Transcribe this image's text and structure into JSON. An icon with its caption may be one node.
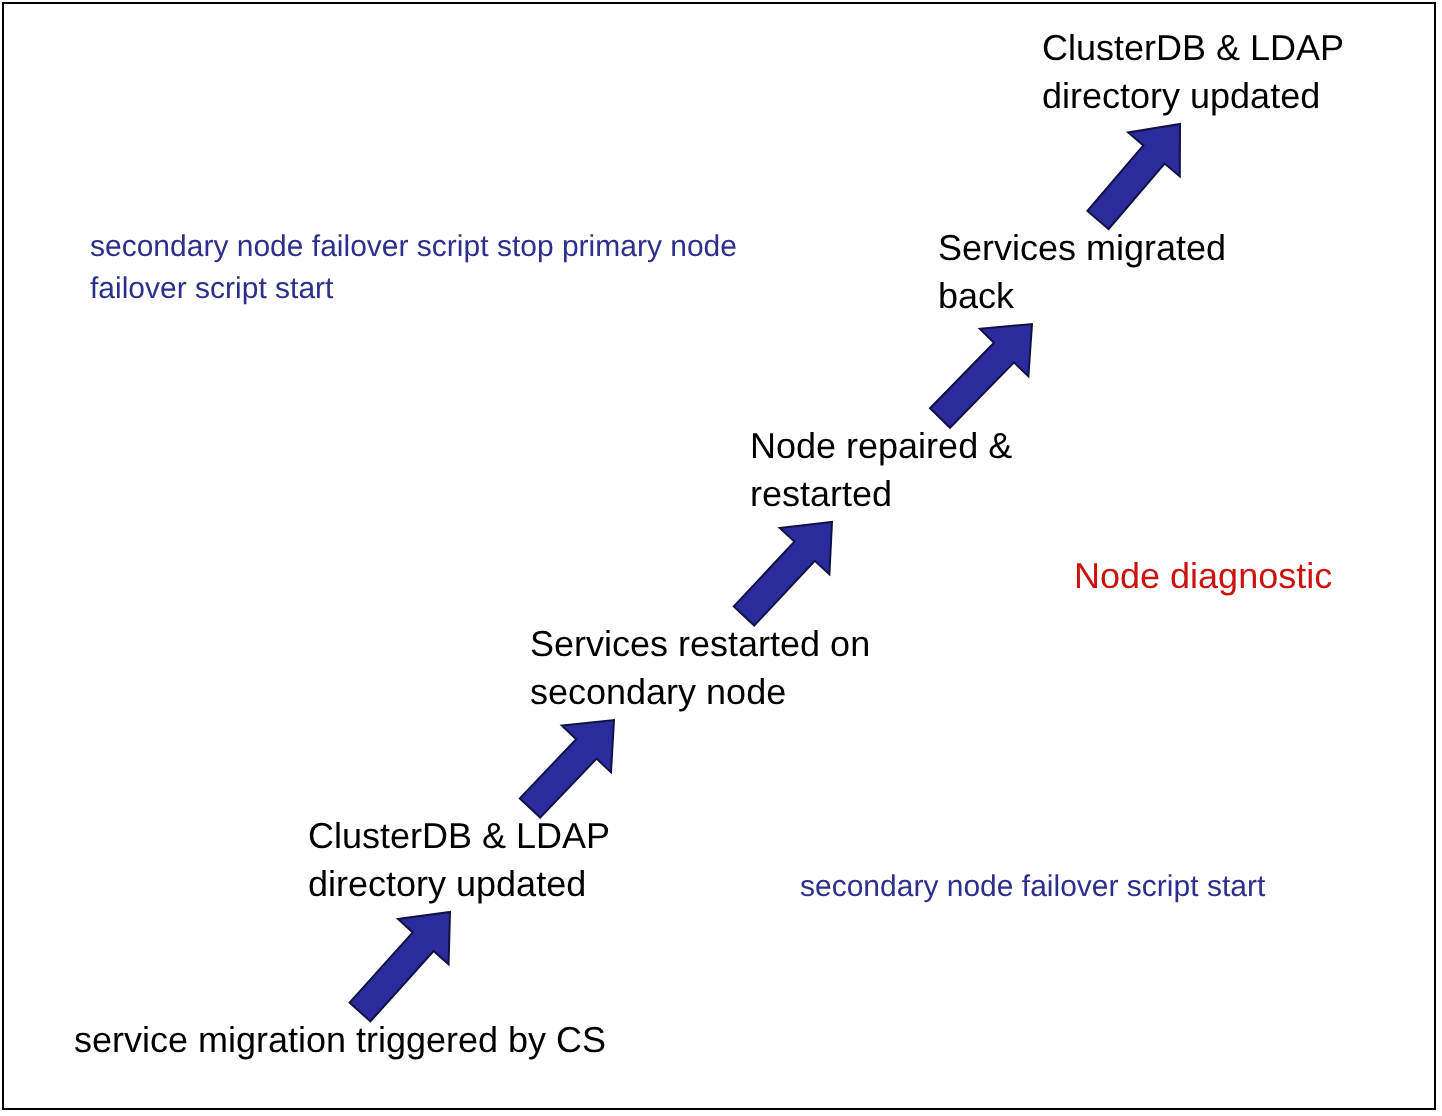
{
  "diagram": {
    "nodes": [
      {
        "text": [
          "service migration triggered by CS"
        ]
      },
      {
        "text": [
          "ClusterDB & LDAP directory updated"
        ]
      },
      {
        "text": [
          "Services restarted on secondary node"
        ]
      },
      {
        "text": [
          "Node repaired & restarted"
        ]
      },
      {
        "text": [
          "Services migrated back"
        ]
      },
      {
        "text": [
          "ClusterDB & LDAP directory updated"
        ]
      }
    ],
    "edges": [
      {
        "from": 0,
        "to": 1,
        "arrow": "to"
      },
      {
        "from": 1,
        "to": 2,
        "arrow": "to"
      },
      {
        "from": 2,
        "to": 3,
        "arrow": "to"
      },
      {
        "from": 3,
        "to": 4,
        "arrow": "to"
      },
      {
        "from": 4,
        "to": 5,
        "arrow": "to"
      }
    ],
    "labels": [
      "secondary node failover script stop primary node failover script start",
      "Node diagnostic",
      "secondary node failover script start"
    ]
  }
}
